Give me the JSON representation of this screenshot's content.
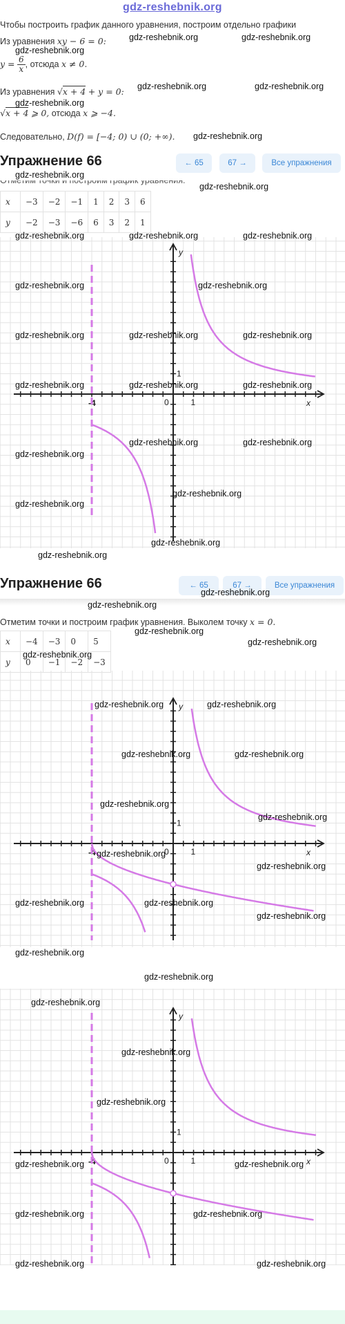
{
  "watermark_text": "gdz-reshebnik.org",
  "site_logo": "gdz-reshebnik.org",
  "solution": {
    "intro": "Чтобы построить график данного уравнения, построим отдельно графики",
    "line1_prefix": "Из уравнения",
    "line1_math": "xy − 6 = 0:",
    "line2_lhs": "y =",
    "line2_num": "6",
    "line2_den": "x",
    "line2_rest": ", отсюда",
    "line2_cond": "x ≠ 0.",
    "line3_prefix": "Из уравнения",
    "line3_rad": "x + 4",
    "line3_rest": "+ y = 0:",
    "line4_rad": "x + 4",
    "line4_ge": "⩾ 0,",
    "line4_rest": "отсюда",
    "line4_cond": "x ⩾ −4.",
    "line5_prefix": "Следовательно,",
    "line5_math": "D(f) = [−4; 0) ∪ (0; +∞)."
  },
  "exercise": {
    "title": "Упражнение 66",
    "prev_label": "← 65",
    "next_label": "67 →",
    "all_label": "Все упражнения"
  },
  "step1": {
    "caption": "Отметим точки и построим график уравнения.",
    "table": {
      "x_label": "x",
      "y_label": "y",
      "x": [
        "−3",
        "−2",
        "−1",
        "1",
        "2",
        "3",
        "6"
      ],
      "y": [
        "−2",
        "−3",
        "−6",
        "6",
        "3",
        "2",
        "1"
      ]
    }
  },
  "step2": {
    "caption": "Отметим точки и построим график уравнения. Выколем точку",
    "caption_math": "x = 0.",
    "table": {
      "x_label": "x",
      "y_label": "y",
      "x": [
        "−4",
        "−3",
        "0",
        "5"
      ],
      "y": [
        "0",
        "−1",
        "−2",
        "−3"
      ]
    }
  },
  "graph_labels": {
    "x_axis": "x",
    "y_axis": "y",
    "origin": "0",
    "one_x": "1",
    "one_y": "1",
    "minus_four": "-4"
  },
  "colors": {
    "curve": "#d57ae6",
    "grid": "#e3e3e3",
    "axis": "#222222",
    "nav_bg": "#e9f2fb",
    "nav_text": "#3b87d6",
    "logo": "#6a6ad8"
  }
}
